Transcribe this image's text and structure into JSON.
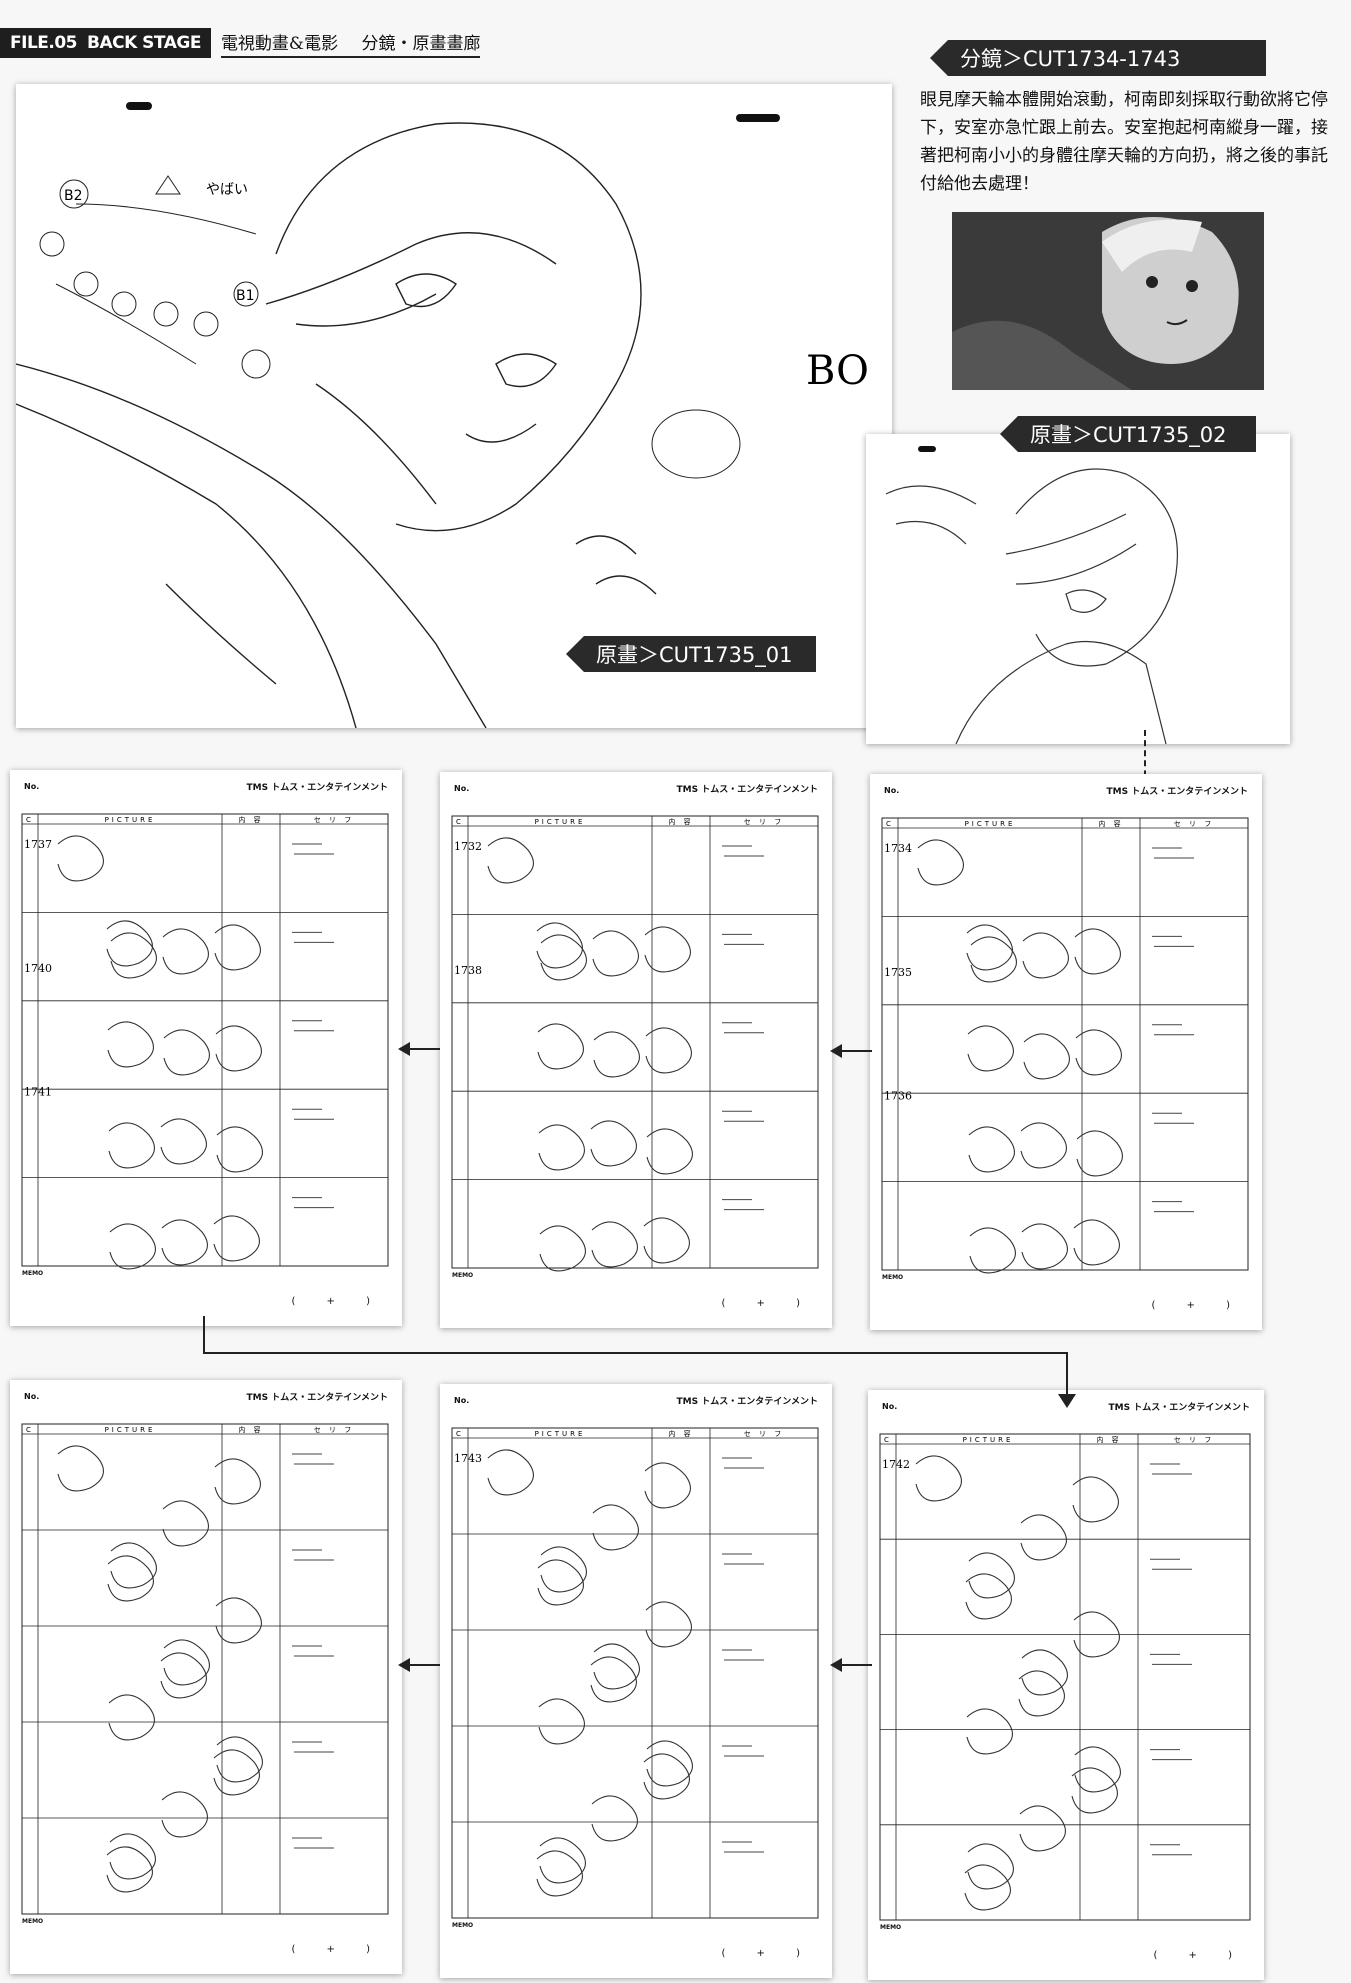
{
  "header": {
    "file_no": "FILE.05",
    "section": "BACK STAGE",
    "category": "電視動畫&電影",
    "topic": "分鏡・原畫畫廊"
  },
  "labels": {
    "storyboard": "分鏡＞CUT1734-1743",
    "genga_01": "原畫＞CUT1735_01",
    "genga_02": "原畫＞CUT1735_02"
  },
  "description": "眼見摩天輪本體開始滾動，柯南即刻採取行動欲將它停下，安室亦急忙跟上前去。安室抱起柯南縱身一躍，接著把柯南小小的身體往摩天輪的方向扔，將之後的事託付給他去處理！",
  "sheet": {
    "no_label": "No.",
    "brand": "TMS トムス・エンタテインメント",
    "columns": [
      "C",
      "PICTURE",
      "内 容",
      "セ リ フ"
    ],
    "memo": "MEMO",
    "pager": "( + )"
  },
  "art_notes": {
    "b_o": "BO",
    "b_1": "B1",
    "b_2": "B2",
    "yabai": "やばい"
  },
  "sheets": [
    {
      "id": "row1-left",
      "cuts": [
        "1737",
        "1740",
        "1741"
      ]
    },
    {
      "id": "row1-mid",
      "cuts": [
        "1732",
        "1738"
      ]
    },
    {
      "id": "row1-right",
      "cuts": [
        "1734",
        "1735",
        "1736"
      ]
    },
    {
      "id": "row2-left",
      "cuts": []
    },
    {
      "id": "row2-mid",
      "cuts": [
        "1743"
      ]
    },
    {
      "id": "row2-right",
      "cuts": [
        "1742"
      ]
    }
  ]
}
